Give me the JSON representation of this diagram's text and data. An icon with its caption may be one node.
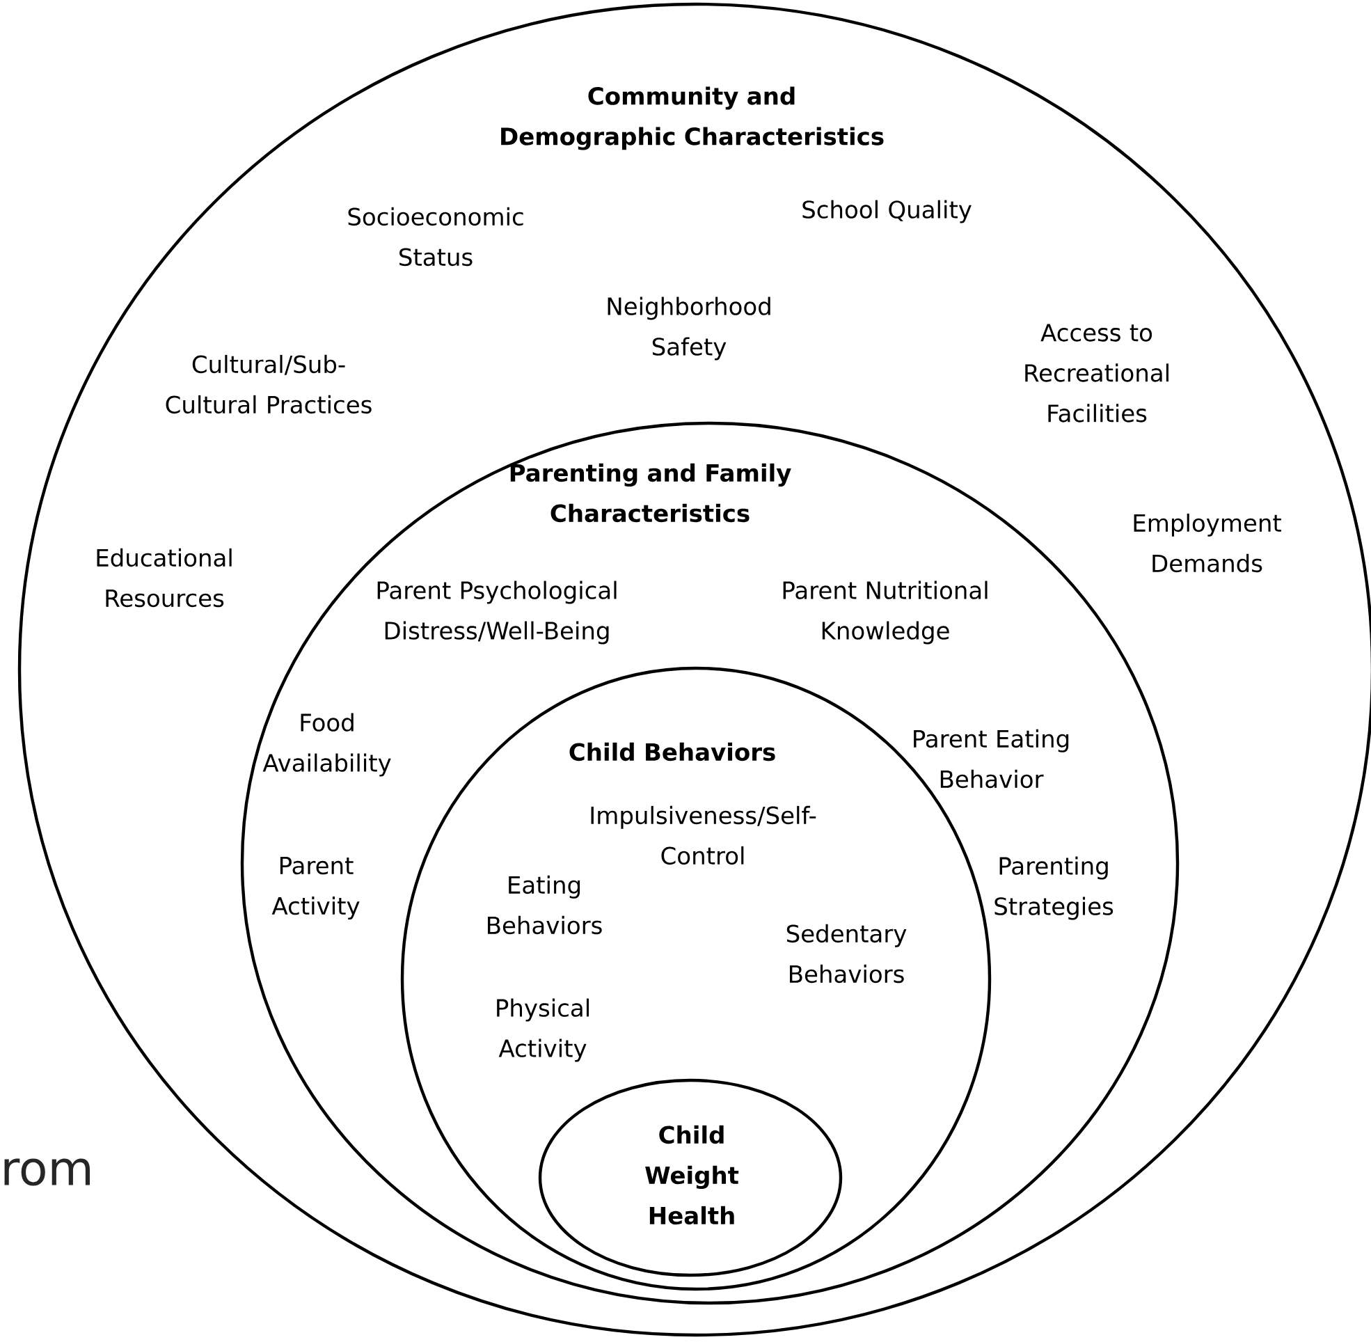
{
  "diagram": {
    "nodes": [
      {
        "text": [
          "Community and Demographic Characteristics",
          "Socioeconomic Status",
          "School Quality",
          "Neighborhood Safety",
          "Cultural/Sub-Cultural Practices",
          "Access to Recreational Facilities",
          "Employment Demands",
          "Educational Resources"
        ]
      },
      {
        "text": [
          "Parenting and Family Characteristics",
          "Parent Psychological Distress/Well-Being",
          "Parent Nutritional Knowledge",
          "Food Availability",
          "Parent Eating Behavior",
          "Parent Activity",
          "Parenting Strategies"
        ],
        "in": 0
      },
      {
        "text": [
          "Child Behaviors",
          "Impulsiveness/Self-Control",
          "Eating Behaviors",
          "Sedentary Behaviors",
          "Physical Activity"
        ],
        "in": 1
      },
      {
        "text": [
          "Child Weight Health"
        ],
        "in": 2
      }
    ],
    "labels": [
      "rom"
    ]
  }
}
